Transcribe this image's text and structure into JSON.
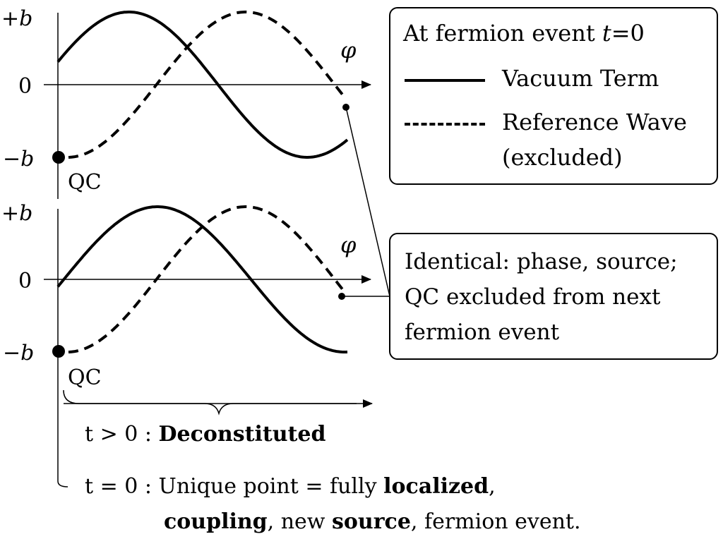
{
  "axes": {
    "y_tick_top": "+b",
    "y_tick_zero": "0",
    "y_tick_bottom": "−b",
    "x_axis_label": "φ",
    "origin_label": "QC"
  },
  "legend": {
    "title_prefix": "At fermion event ",
    "title_var": "t",
    "title_suffix": "=0",
    "items": [
      {
        "style": "solid",
        "label": "Vacuum Term"
      },
      {
        "style": "dashed",
        "label": "Reference Wave",
        "sublabel": "(excluded)"
      }
    ]
  },
  "note": {
    "lines": [
      "Identical: phase, source;",
      "QC excluded from next",
      "fermion event"
    ]
  },
  "timeline": {
    "later": {
      "prefix": "t > 0 : ",
      "bold": "Deconstituted"
    },
    "event": {
      "prefix": "t = 0 : Unique point = fully ",
      "bold1": "localized",
      "mid1": ",",
      "bold2": "coupling",
      "mid2": ", new ",
      "bold3": "source",
      "suffix": ", fermion event."
    }
  },
  "colors": {
    "ink": "#000000",
    "background": "#ffffff"
  }
}
